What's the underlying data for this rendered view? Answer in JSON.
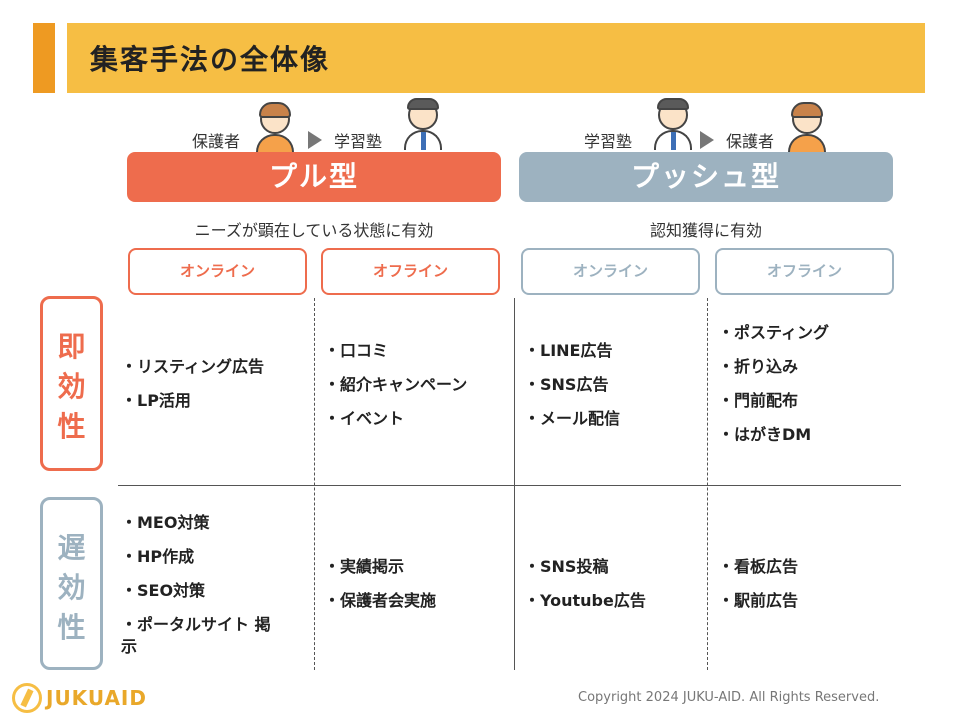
{
  "title": "集客手法の全体像",
  "pull": {
    "flow_from": "保護者",
    "flow_to": "学習塾",
    "label": "プル型",
    "description": "ニーズが顕在している状態に有効",
    "channels": [
      "オンライン",
      "オフライン"
    ]
  },
  "push": {
    "flow_from": "学習塾",
    "flow_to": "保護者",
    "label": "プッシュ型",
    "description": "認知獲得に有効",
    "channels": [
      "オンライン",
      "オフライン"
    ]
  },
  "rows": {
    "fast": "即効性",
    "slow": "遅効性"
  },
  "cells": {
    "fast": {
      "pull_online": [
        "・リスティング広告",
        "・LP活用"
      ],
      "pull_offline": [
        "・口コミ",
        "・紹介キャンペーン",
        "・イベント"
      ],
      "push_online": [
        "・LINE広告",
        "・SNS広告",
        "・メール配信"
      ],
      "push_offline": [
        "・ポスティング",
        "・折り込み",
        "・門前配布",
        "・はがきDM"
      ]
    },
    "slow": {
      "pull_online": [
        "・MEO対策",
        "・HP作成",
        "・SEO対策",
        "・ポータルサイト 掲示"
      ],
      "pull_offline": [
        "・実績掲示",
        "・保護者会実施"
      ],
      "push_online": [
        "・SNS投稿",
        "・Youtube広告"
      ],
      "push_offline": [
        "・看板広告",
        "・駅前広告"
      ]
    }
  },
  "footer": {
    "logo_text": "JUKUAID",
    "copyright": "Copyright 2024 JUKU-AID. All Rights Reserved."
  },
  "colors": {
    "title_bar": "#F6BE44",
    "pull_accent": "#EE6C4D",
    "push_accent": "#9DB2C0",
    "logo": "#E9A82A"
  },
  "icons": {
    "flow_arrow": "triangle-right",
    "parent": "parent-person-illustration",
    "teacher": "teacher-person-illustration"
  }
}
